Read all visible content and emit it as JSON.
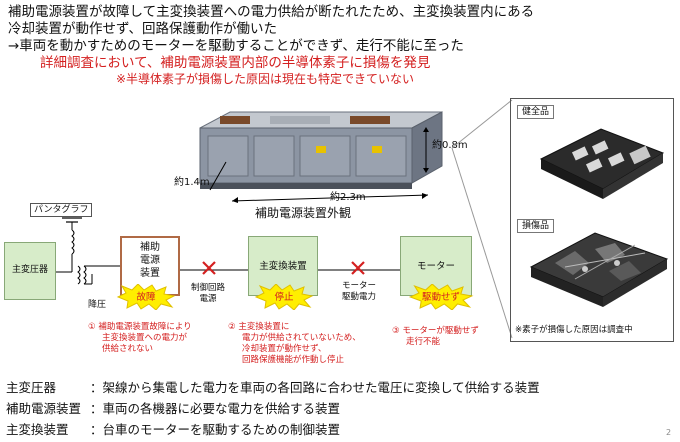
{
  "header": {
    "line1": "補助電源装置が故障して主変換装置への電力供給が断たれたため、主変換装置内にある",
    "line2": "冷却装置が動作せず、回路保護動作が働いた",
    "line3": "→車両を動かすためのモーターを駆動することができず、走行不能に至った",
    "line4": "詳細調査において、補助電源装置内部の半導体素子に損傷を発見",
    "line5": "※半導体素子が損傷した原因は現在も特定できていない"
  },
  "photo": {
    "dim_height": "約0.8m",
    "dim_depth": "約1.4m",
    "dim_width": "約2.3m",
    "caption": "補助電源装置外観"
  },
  "inset": {
    "good_label": "健全品",
    "damaged_label": "損傷品",
    "note": "※素子が損傷した原因は調査中"
  },
  "diagram": {
    "pantograph": "パンタグラフ",
    "main_transformer": "主変圧器",
    "step_down": "降圧",
    "aux_line1": "補助",
    "aux_line2": "電源",
    "aux_line3": "装置",
    "control_power_line1": "制御回路",
    "control_power_line2": "電源",
    "converter": "主変換装置",
    "motor_power_line1": "モーター",
    "motor_power_line2": "駆動電力",
    "motor": "モーター",
    "burst_failure": "故障",
    "burst_stop": "停止",
    "burst_cant_drive": "駆動せず"
  },
  "notes": {
    "n1_line1": "① 補助電源装置故障により",
    "n1_line2": "主変換装置への電力が",
    "n1_line3": "供給されない",
    "n2_line1": "② 主変換装置に",
    "n2_line2": "電力が供給されていないため、",
    "n2_line3": "冷却装置が動作せず、",
    "n2_line4": "回路保護機能が作動し停止",
    "n3_line1": "③ モーターが駆動せず",
    "n3_line2": "走行不能"
  },
  "legend": {
    "r1_term": "主変圧器",
    "r1_desc": "：架線から集電した電力を車両の各回路に合わせた電圧に変換して供給する装置",
    "r2_term": "補助電源装置",
    "r2_desc": "：車両の各機器に必要な電力を供給する装置",
    "r3_term": "主変換装置",
    "r3_desc": "：台車のモーターを駆動するための制御装置"
  },
  "page_number": "2",
  "colors": {
    "accent_red": "#d42020",
    "box_green": "#d7ecc9",
    "box_brown": "#b06a45",
    "burst_yellow": "#ffee00",
    "equipment_gray": "#8c95a3"
  }
}
